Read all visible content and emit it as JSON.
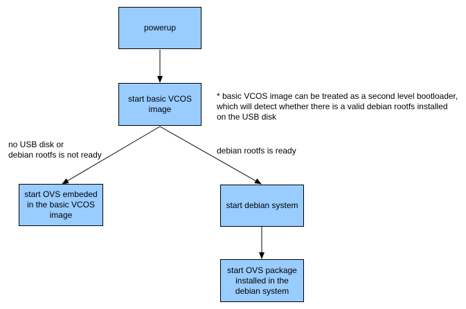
{
  "nodes": {
    "powerup": "powerup",
    "start_basic_vcos": "start basic VCOS\nimage",
    "start_ovs_embedded": "start OVS embeded\nin the basic VCOS\nimage",
    "start_debian_system": "start debian system",
    "start_ovs_package": "start OVS package\ninstalled in the\ndebian system"
  },
  "edge_labels": {
    "no_usb": "no USB disk or\ndebian rootfs is not ready",
    "rootfs_ready": "debian rootfs is ready"
  },
  "note": "* basic VCOS image can be treated as a second level bootloader,\nwhich will detect whether there is a valid debian rootfs installed\non the USB disk",
  "colors": {
    "box_fill": "#99ccff",
    "stroke": "#000000"
  }
}
